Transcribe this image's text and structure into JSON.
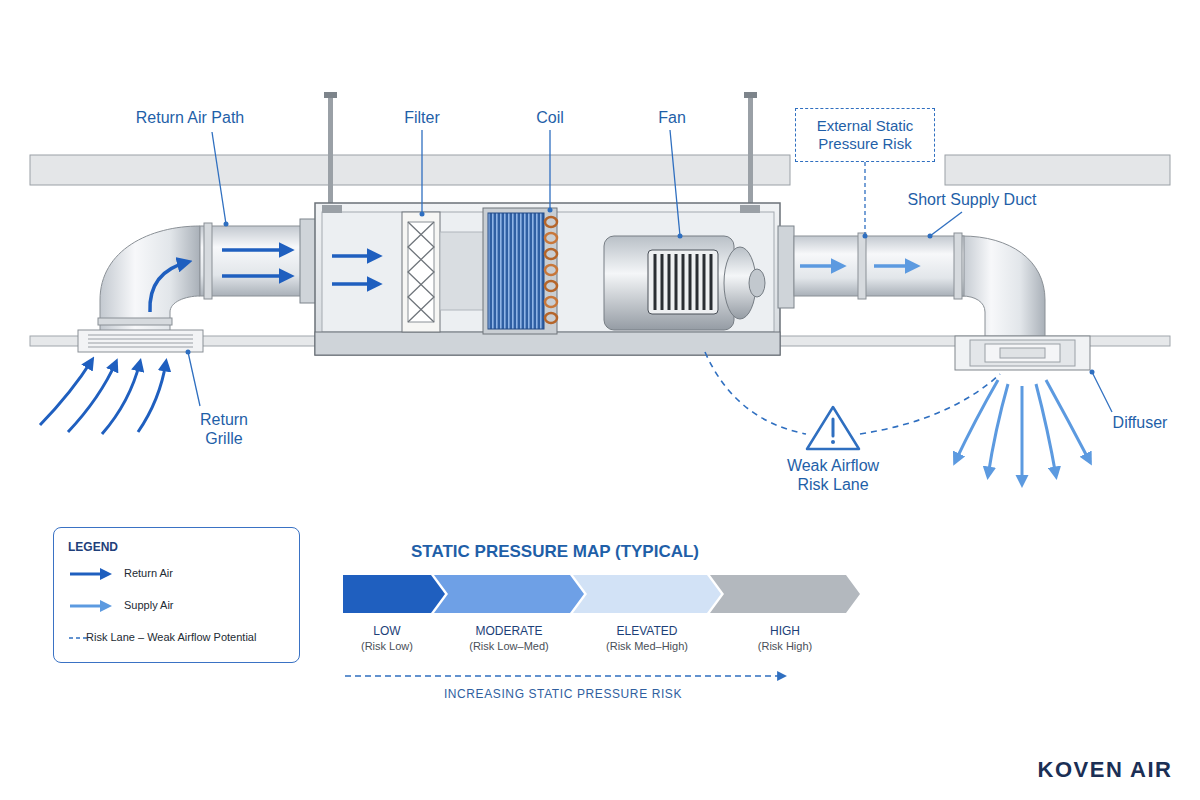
{
  "diagram": {
    "nodes": [
      {
        "text": [
          "External Static Pressure Risk"
        ]
      },
      {
        "text": [
          "LEGEND"
        ]
      },
      {
        "text": [
          "LOW",
          "(Risk Low)"
        ]
      },
      {
        "text": [
          "MODERATE",
          "(Risk Low–Med)"
        ]
      },
      {
        "text": [
          "ELEVATED",
          "(Risk Med–High)"
        ]
      },
      {
        "text": [
          "HIGH",
          "(Risk High)"
        ]
      }
    ],
    "labels": [
      "Return Air Path",
      "Filter",
      "Coil",
      "Fan",
      "Short Supply Duct",
      "Return Grille",
      "Weak Airflow Risk Lane",
      "Diffuser",
      "STATIC PRESSURE MAP (TYPICAL)",
      "INCREASING STATIC PRESSURE RISK",
      "KOVEN AIR"
    ],
    "legend": [
      {
        "text": "Return Air"
      },
      {
        "text": "Supply Air"
      },
      {
        "text": "Risk Lane – Weak Airflow Potential"
      }
    ]
  }
}
